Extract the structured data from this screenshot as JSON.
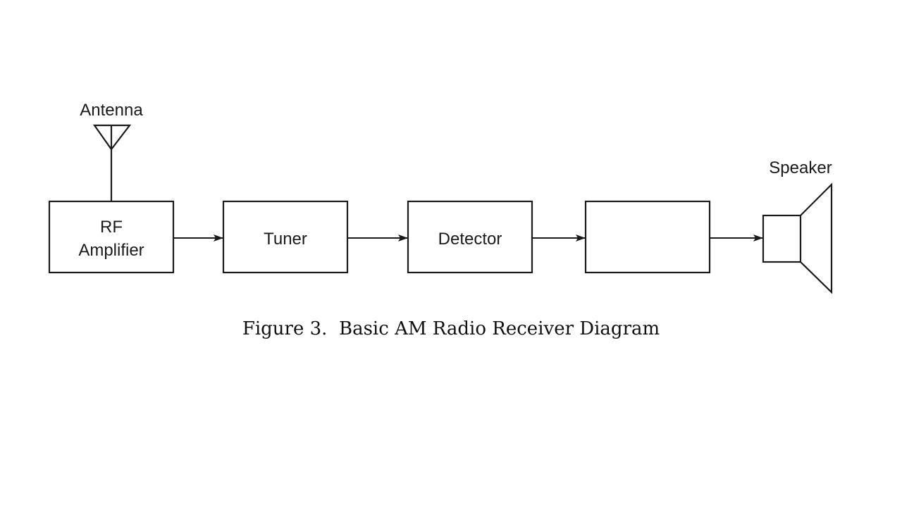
{
  "diagram": {
    "antenna_label": "Antenna",
    "speaker_label": "Speaker",
    "blocks": [
      {
        "lines": [
          "RF",
          "Amplifier"
        ]
      },
      {
        "lines": [
          "Tuner"
        ]
      },
      {
        "lines": [
          "Detector"
        ]
      },
      {
        "lines": []
      }
    ],
    "colors": {
      "line": "#1a1a1a",
      "background": "#ffffff"
    }
  },
  "caption": "Figure 3.  Basic AM Radio Receiver Diagram"
}
